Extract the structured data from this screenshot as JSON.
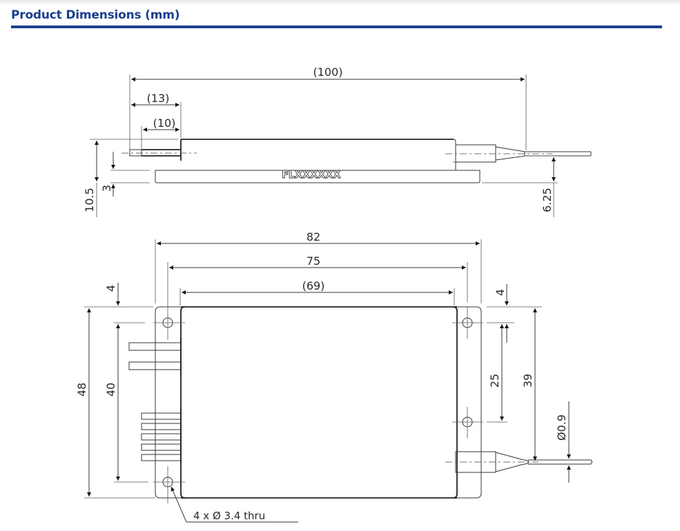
{
  "section": {
    "title": "Product Dimensions (mm)",
    "accent_color": "#1b3f8f"
  },
  "drawing": {
    "side_view": {
      "overall_length": "(100)",
      "pigtail_length_a": "(13)",
      "pigtail_length_b": "(10)",
      "total_height": "10.5",
      "flange_height": "3",
      "fiber_height": "6.25",
      "label": "FLXXXXXX"
    },
    "top_view": {
      "flange_width": "82",
      "hole_spacing_x": "75",
      "body_width": "(69)",
      "total_depth": "48",
      "hole_spacing_y": "40",
      "hole_edge_offset_left": "4",
      "hole_edge_offset_right": "4",
      "hole_spacing_right": "25",
      "fiber_offset": "39",
      "fiber_diameter": "Ø0.9",
      "hole_note": "4 x Ø 3.4 thru"
    }
  }
}
